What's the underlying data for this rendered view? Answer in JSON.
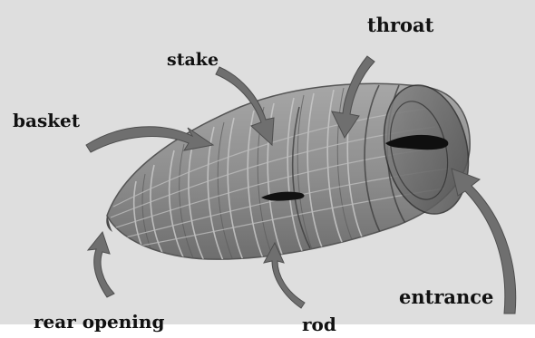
{
  "labels": {
    "throat": "throat",
    "stake": "stake",
    "basket": "basket",
    "entrance": "entrance",
    "rear_opening": "rear opening",
    "rod": "rod"
  },
  "colors": {
    "background": "#ffffff",
    "backdrop": "#dedede",
    "trap_body": "#8e8e8e",
    "arrow": "#6f6f6f",
    "label_text": "#111111"
  }
}
